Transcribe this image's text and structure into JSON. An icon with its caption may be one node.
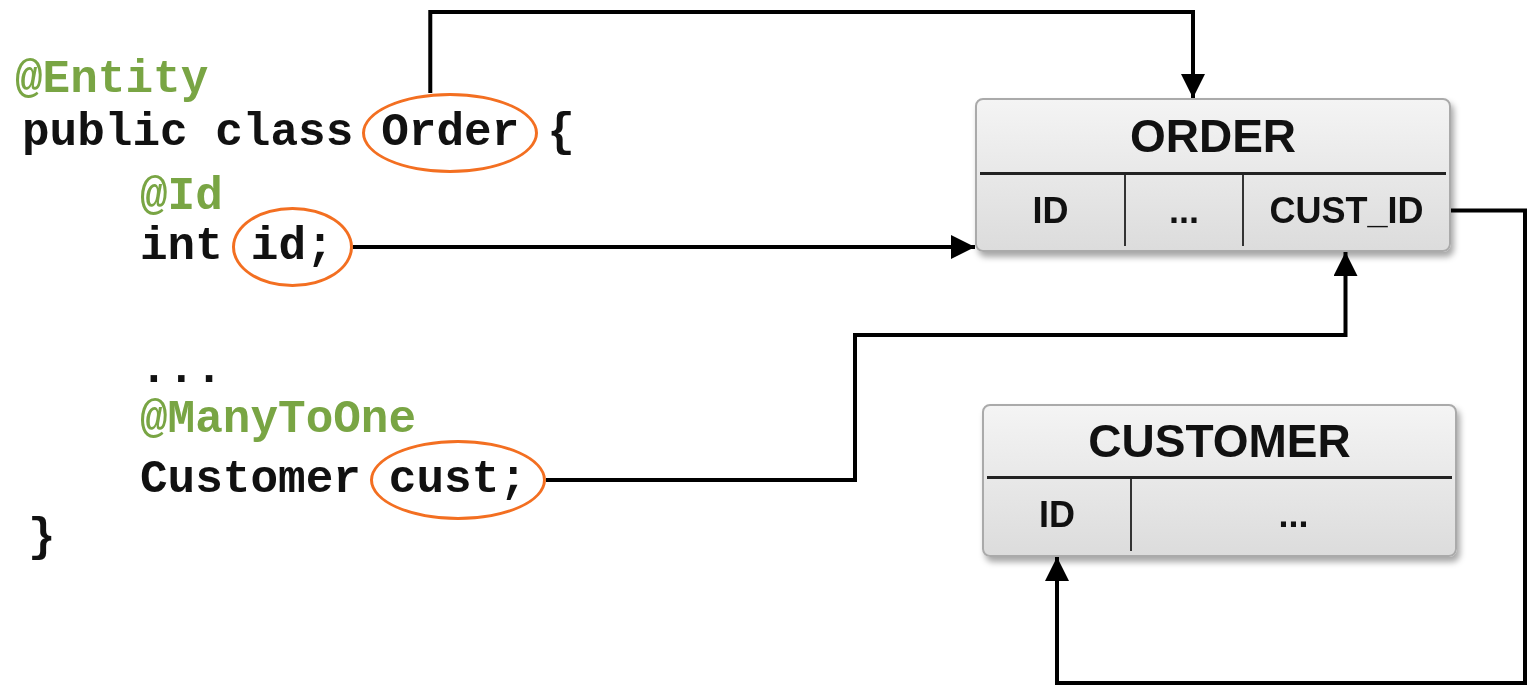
{
  "diagram": {
    "nodes": [
      {
        "text": [
          "Order"
        ]
      },
      {
        "text": [
          "id;"
        ]
      },
      {
        "text": [
          "cust;"
        ]
      },
      {
        "text": [
          "ORDER"
        ]
      },
      {
        "text": [
          "ID"
        ],
        "in": 3
      },
      {
        "text": [
          "..."
        ],
        "in": 3
      },
      {
        "text": [
          "CUST_ID"
        ],
        "in": 3
      },
      {
        "text": [
          "CUSTOMER"
        ]
      },
      {
        "text": [
          "ID"
        ],
        "in": 7
      },
      {
        "text": [
          "..."
        ],
        "in": 7
      }
    ],
    "edges": [
      {
        "from": 0,
        "to": 3,
        "arrow": "to"
      },
      {
        "from": 1,
        "to": 4,
        "arrow": "to"
      },
      {
        "from": 2,
        "to": 6,
        "arrow": "to"
      },
      {
        "from": 6,
        "to": 8,
        "arrow": "to"
      }
    ],
    "labels": [
      "@Entity",
      "public class",
      "{",
      "@Id",
      "int",
      "...",
      "@ManyToOne",
      "Customer",
      "}"
    ]
  }
}
